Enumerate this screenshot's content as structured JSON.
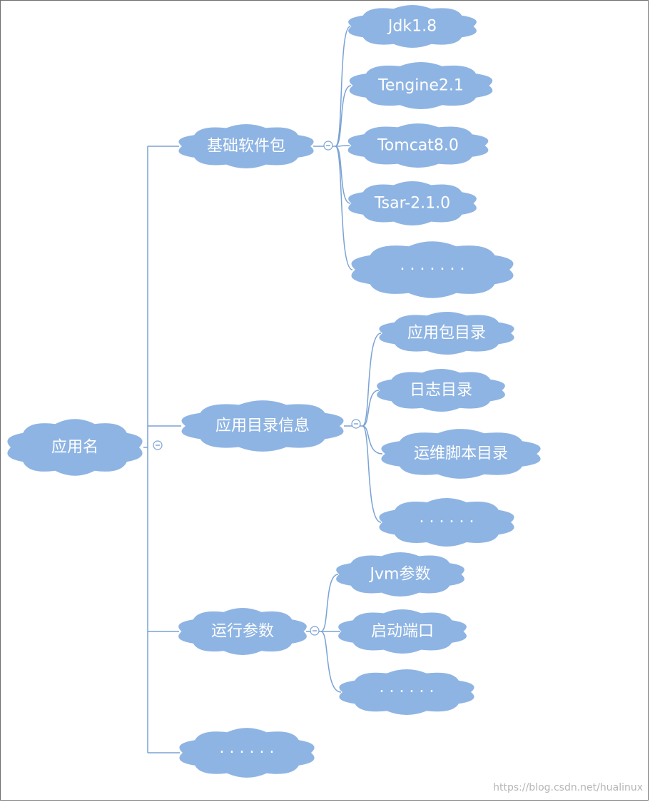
{
  "diagram": {
    "root": {
      "label": "应用名",
      "children": [
        {
          "label": "基础软件包",
          "children": [
            {
              "label": "Jdk1.8"
            },
            {
              "label": "Tengine2.1"
            },
            {
              "label": "Tomcat8.0"
            },
            {
              "label": "Tsar-2.1.0"
            },
            {
              "label": "· · · · · · ·"
            }
          ]
        },
        {
          "label": "应用目录信息",
          "children": [
            {
              "label": "应用包目录"
            },
            {
              "label": "日志目录"
            },
            {
              "label": "运维脚本目录"
            },
            {
              "label": "· · · · · ·"
            }
          ]
        },
        {
          "label": "运行参数",
          "children": [
            {
              "label": "Jvm参数"
            },
            {
              "label": "启动端口"
            },
            {
              "label": "· · · · · ·"
            }
          ]
        },
        {
          "label": "· · · · · ·"
        }
      ]
    }
  },
  "colors": {
    "cloud_fill": "#8eb4e3",
    "connector": "#7aa2d4",
    "label_text": "#ffffff"
  },
  "watermark": "https://blog.csdn.net/hualinux"
}
